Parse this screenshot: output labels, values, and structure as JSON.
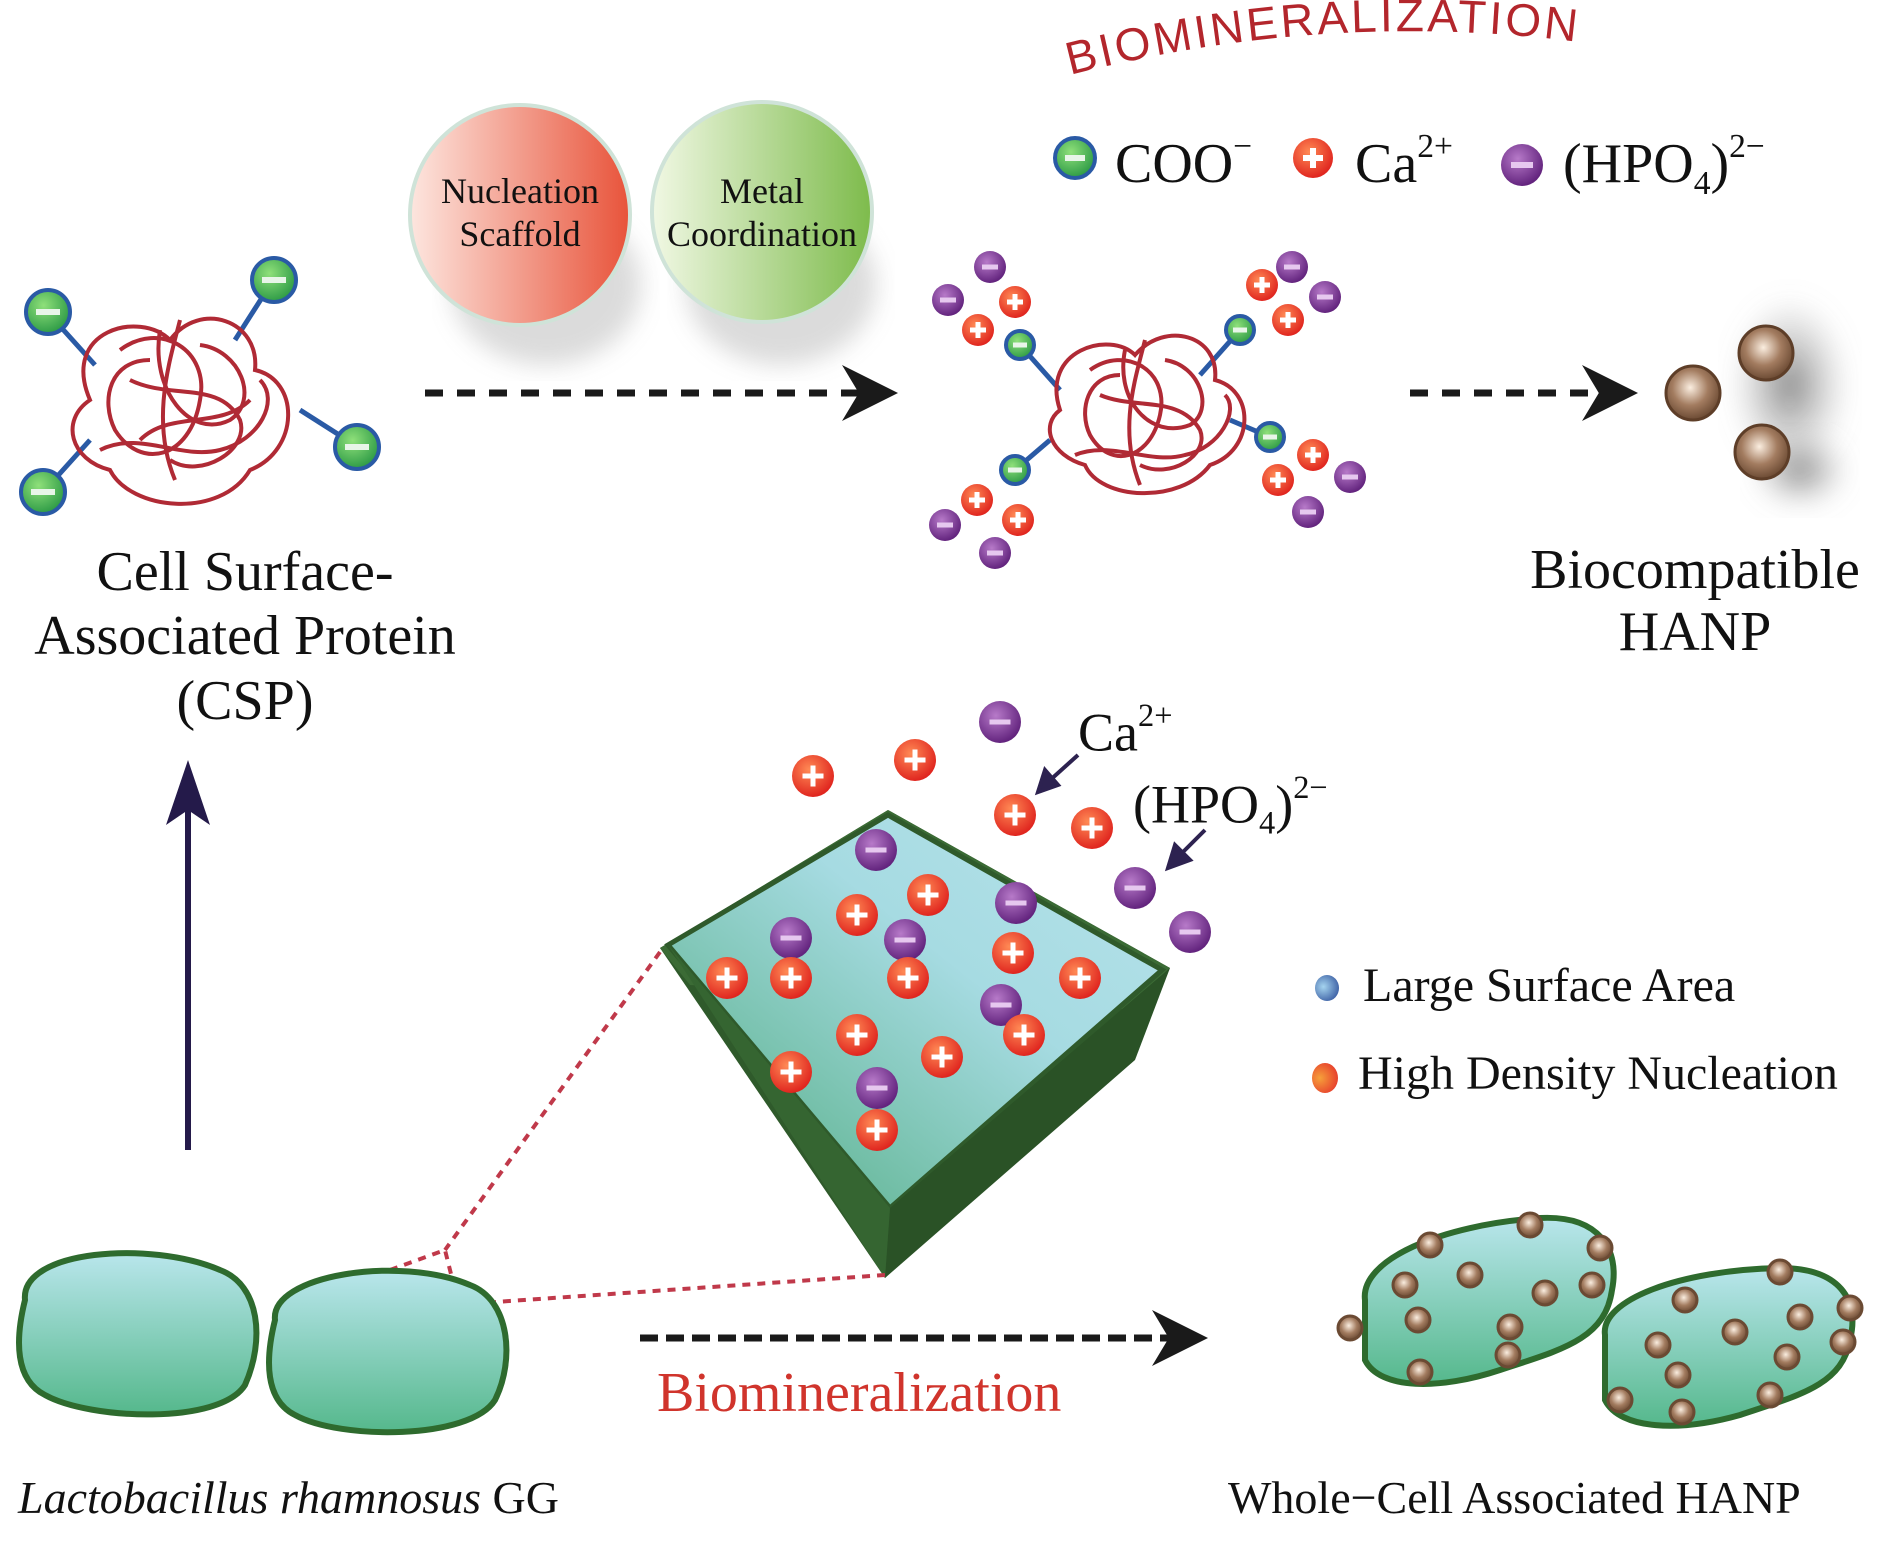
{
  "title_arc": "BIOMINERALIZATION",
  "colors": {
    "title_red": "#b3262c",
    "charge_negative_green": "#3aa64a",
    "charge_positive_red": "#e8392a",
    "charge_phosphate_purple": "#7a2f90",
    "protein_red": "#b02a35",
    "cell_fill": "#7fcfb5",
    "cell_outline": "#2e6b2e",
    "crystal_top": "#a9dde4",
    "crystal_side": "#2f5a2b",
    "hanp_brown": "#8a6248",
    "arrow_dark": "#1a1a1a",
    "up_arrow": "#241a4a",
    "zoom_dashed": "#c0394a",
    "biomineralization_label": "#d0342c"
  },
  "legend_ions": [
    {
      "icon": "minus-green-icon",
      "label": "COO",
      "sup": "−",
      "sub": ""
    },
    {
      "icon": "plus-red-icon",
      "label": "Ca",
      "sup": "2+",
      "sub": ""
    },
    {
      "icon": "minus-purple-icon",
      "label": "(HPO",
      "sub": "4",
      "close": ")",
      "sup": "2−"
    }
  ],
  "bubbles": [
    {
      "line1": "Nucleation",
      "line2": "Scaffold"
    },
    {
      "line1": "Metal",
      "line2": "Coordination"
    }
  ],
  "labels": {
    "csp_line1": "Cell Surface-",
    "csp_line2": "Associated Protein",
    "csp_line3": "(CSP)",
    "hanp_line1": "Biocompatible",
    "hanp_line2": "HANP",
    "ca_callout": "Ca",
    "ca_callout_sup": "2+",
    "hpo_callout": "(HPO",
    "hpo_callout_sub": "4",
    "hpo_callout_close": ")",
    "hpo_callout_sup": "2−",
    "biomineralization": "Biomineralization",
    "bacterium_species": "Lactobacillus rhamnosus",
    "bacterium_strain": "GG",
    "whole_cell": "Whole−Cell Associated HANP"
  },
  "properties_legend": [
    {
      "icon": "blue-dot-icon",
      "label": "Large Surface Area"
    },
    {
      "icon": "red-dot-icon",
      "label": "High Density Nucleation"
    }
  ]
}
